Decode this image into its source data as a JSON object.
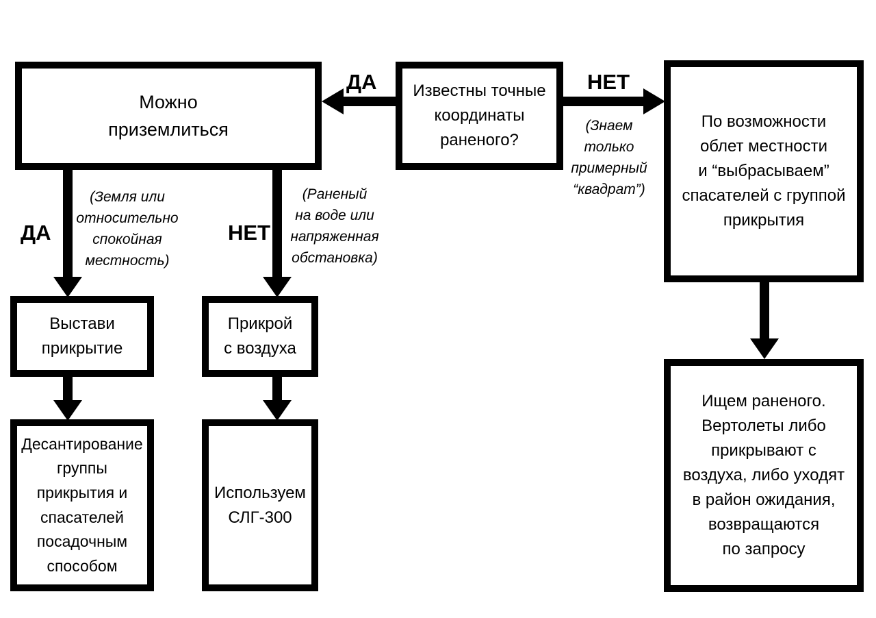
{
  "colors": {
    "ink": "#000000",
    "background": "#ffffff"
  },
  "diagram": {
    "nodes": {
      "coordinates": {
        "text": "Известны точные\nкоординаты\nраненого?"
      },
      "can_land": {
        "text": "Можно\nприземлиться"
      },
      "flyover": {
        "text": "По возможности\nоблет местности\nи “выбрасываем”\nспасателей с группой\nприкрытия"
      },
      "cover_setup": {
        "text": "Выстави\nприкрытие"
      },
      "cover_air": {
        "text": "Прикрой\nс воздуха"
      },
      "landing": {
        "text": "Десантирование\nгруппы\nприкрытия и\nспасателей\nпосадочным\nспособом"
      },
      "slg": {
        "text": "Используем\nСЛГ-300"
      },
      "search": {
        "text": "Ищем раненого.\nВертолеты либо\nприкрывают с\nвоздуха, либо уходят\nв район ожидания,\nвозвращаются\nпо запросу"
      }
    },
    "labels": {
      "yes_top": "ДА",
      "no_top": "НЕТ",
      "yes_left": "ДА",
      "no_mid": "НЕТ"
    },
    "notes": {
      "kvadrat": "(Знаем\nтолько\nпримерный\n“квадрат”)",
      "zemlya": "(Земля или\nотносительно\nспокойная\nместность)",
      "ranenyi": "(Раненый\nна воде или\nнапряженная\nобстановка)"
    }
  }
}
